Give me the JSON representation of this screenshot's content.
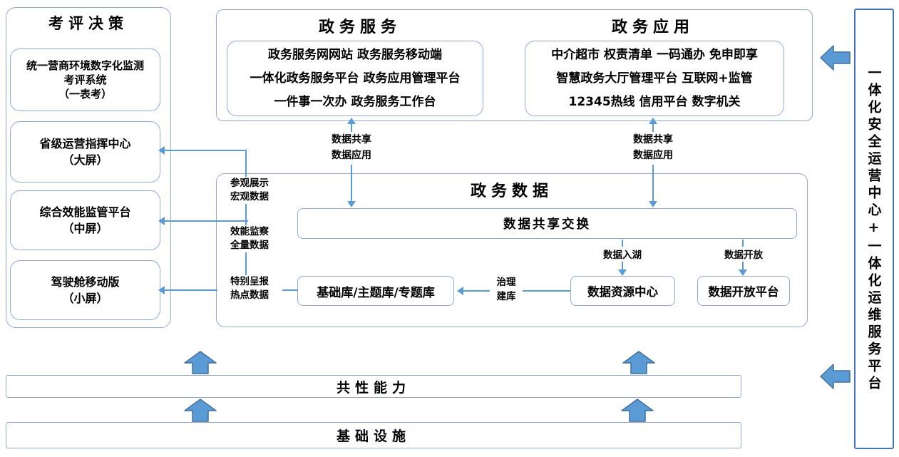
{
  "left_panel": {
    "title": "考评决策",
    "boxes": [
      {
        "lines": [
          "统一营商环境数字化监测",
          "考评系统",
          "（一表考）"
        ]
      },
      {
        "lines": [
          "省级运营指挥中心",
          "（大屏）"
        ]
      },
      {
        "lines": [
          "综合效能监管平台",
          "（中屏）"
        ]
      },
      {
        "lines": [
          "驾驶舱移动版",
          "（小屏）"
        ]
      }
    ]
  },
  "top_panel": {
    "service": {
      "title": "政务服务",
      "lines": [
        "政务服务网网站 政务服务移动端",
        "一体化政务服务平台 政务应用管理平台",
        "一件事一次办 政务服务工作台"
      ]
    },
    "application": {
      "title": "政务应用",
      "lines": [
        "中介超市 权责清单 一码通办 免申即享",
        "智慧政务大厅管理平台 互联网+监管",
        "12345热线 信用平台 数字机关"
      ]
    }
  },
  "connectors": {
    "share_left": {
      "lines": [
        "数据共享",
        "数据应用"
      ]
    },
    "share_right": {
      "lines": [
        "数据共享",
        "数据应用"
      ]
    },
    "lake": "数据入湖",
    "open": "数据开放",
    "govern": {
      "lines": [
        "治理",
        "建库"
      ]
    },
    "side_labels": [
      {
        "lines": [
          "参观展示",
          "宏观数据"
        ]
      },
      {
        "lines": [
          "效能监察",
          "全量数据"
        ]
      },
      {
        "lines": [
          "特别呈报",
          "热点数据"
        ]
      }
    ]
  },
  "data_panel": {
    "title": "政务数据",
    "exchange_bar": "数据共享交换",
    "base_db": "基础库/主题库/专题库",
    "resource_center": "数据资源中心",
    "open_platform": "数据开放平台"
  },
  "bottom_bars": {
    "capability": "共性能力",
    "infrastructure": "基础设施"
  },
  "right_panel": {
    "label": "一体化安全运营中心+一体化运维服务平台"
  },
  "colors": {
    "connector_blue": "#5B9BD5",
    "box_border": "#8FAADC",
    "bar_border": "#8EA9DB",
    "right_panel_border": "#4472C4",
    "block_arrow_fill": "#5B9BD5",
    "block_arrow_stroke": "#41719C"
  }
}
